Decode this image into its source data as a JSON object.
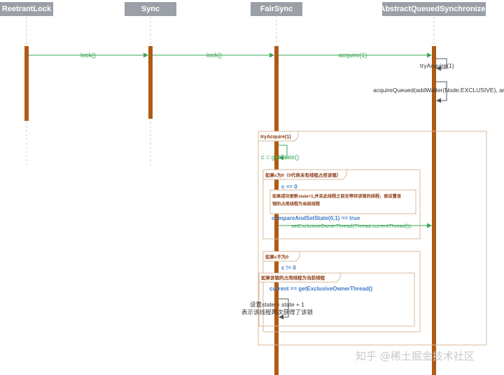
{
  "lanes": [
    {
      "id": "reentrantlock",
      "label": "ReetrantLock"
    },
    {
      "id": "sync",
      "label": "Sync"
    },
    {
      "id": "fairsync",
      "label": "FairSync"
    },
    {
      "id": "aqs",
      "label": "AbstractQueuedSynchronizer"
    }
  ],
  "messages": {
    "lock1": "lock()",
    "lock2": "lock()",
    "acquire": "acquire(1)",
    "try_acquire": "tryAcquire(1)",
    "acquire_queued": "acquireQueued(addWaiter(Node.EXCLUSIVE), arg))"
  },
  "frame": {
    "title": "tryAcquire(1)",
    "get_state": "c = getState()"
  },
  "alt1": {
    "title": "如果c为0（0代表未有线程占用该锁）",
    "cond": "c == 0",
    "note": [
      "如果成功更新state=1,并且此线程之前无等待该锁的线程，就设置该",
      "锁的占用线程为当前线程"
    ],
    "cas": "compareAndSetState(0,1) == true",
    "set_owner": "setExclusiveOwnerThread(Thread.currentThread());"
  },
  "alt2": {
    "title": "如果c不为0",
    "cond": "c != 0",
    "inner_title": "如果该锁的占用线程为当前线程",
    "check": "current == getExclusiveOwnerThread()",
    "state_line1": "设置state = state + 1",
    "state_line2": "表示该线程再次获得了该锁"
  },
  "watermark": "知乎 @稀土掘金技术社区",
  "colors": {
    "lifeline": "#b15a14",
    "lane_header": "#9aa0a6",
    "message": "#3aa757",
    "condition": "#3d7ac7",
    "frame_border": "#d9b89a",
    "note": "#8b3a10"
  }
}
